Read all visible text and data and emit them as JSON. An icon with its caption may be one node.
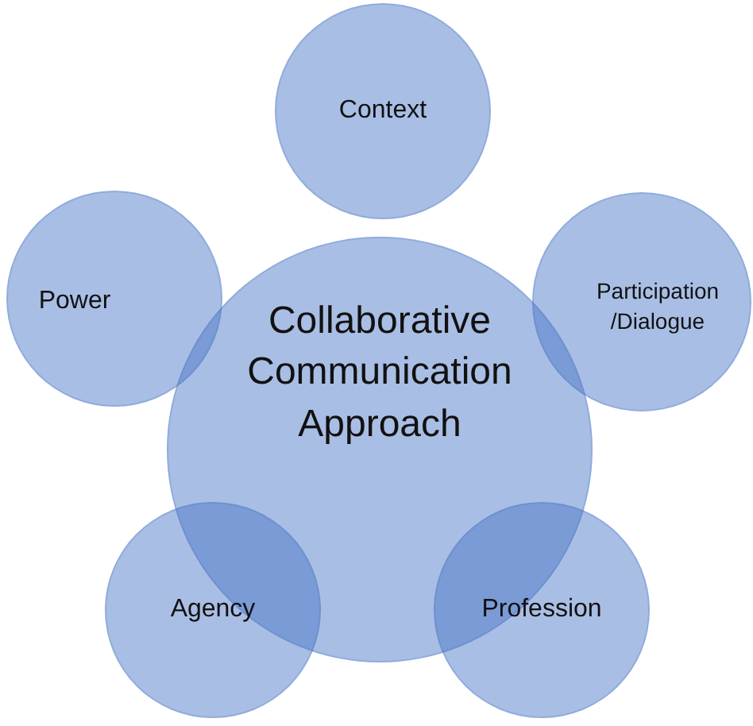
{
  "diagram": {
    "nodes": [
      {
        "text": [
          "Context"
        ]
      },
      {
        "text": [
          "Power"
        ]
      },
      {
        "text": [
          "Collaborative Communication Approach"
        ]
      },
      {
        "text": [
          "Participation /Dialogue"
        ]
      },
      {
        "text": [
          "Agency"
        ]
      },
      {
        "text": [
          "Profession"
        ]
      }
    ]
  }
}
